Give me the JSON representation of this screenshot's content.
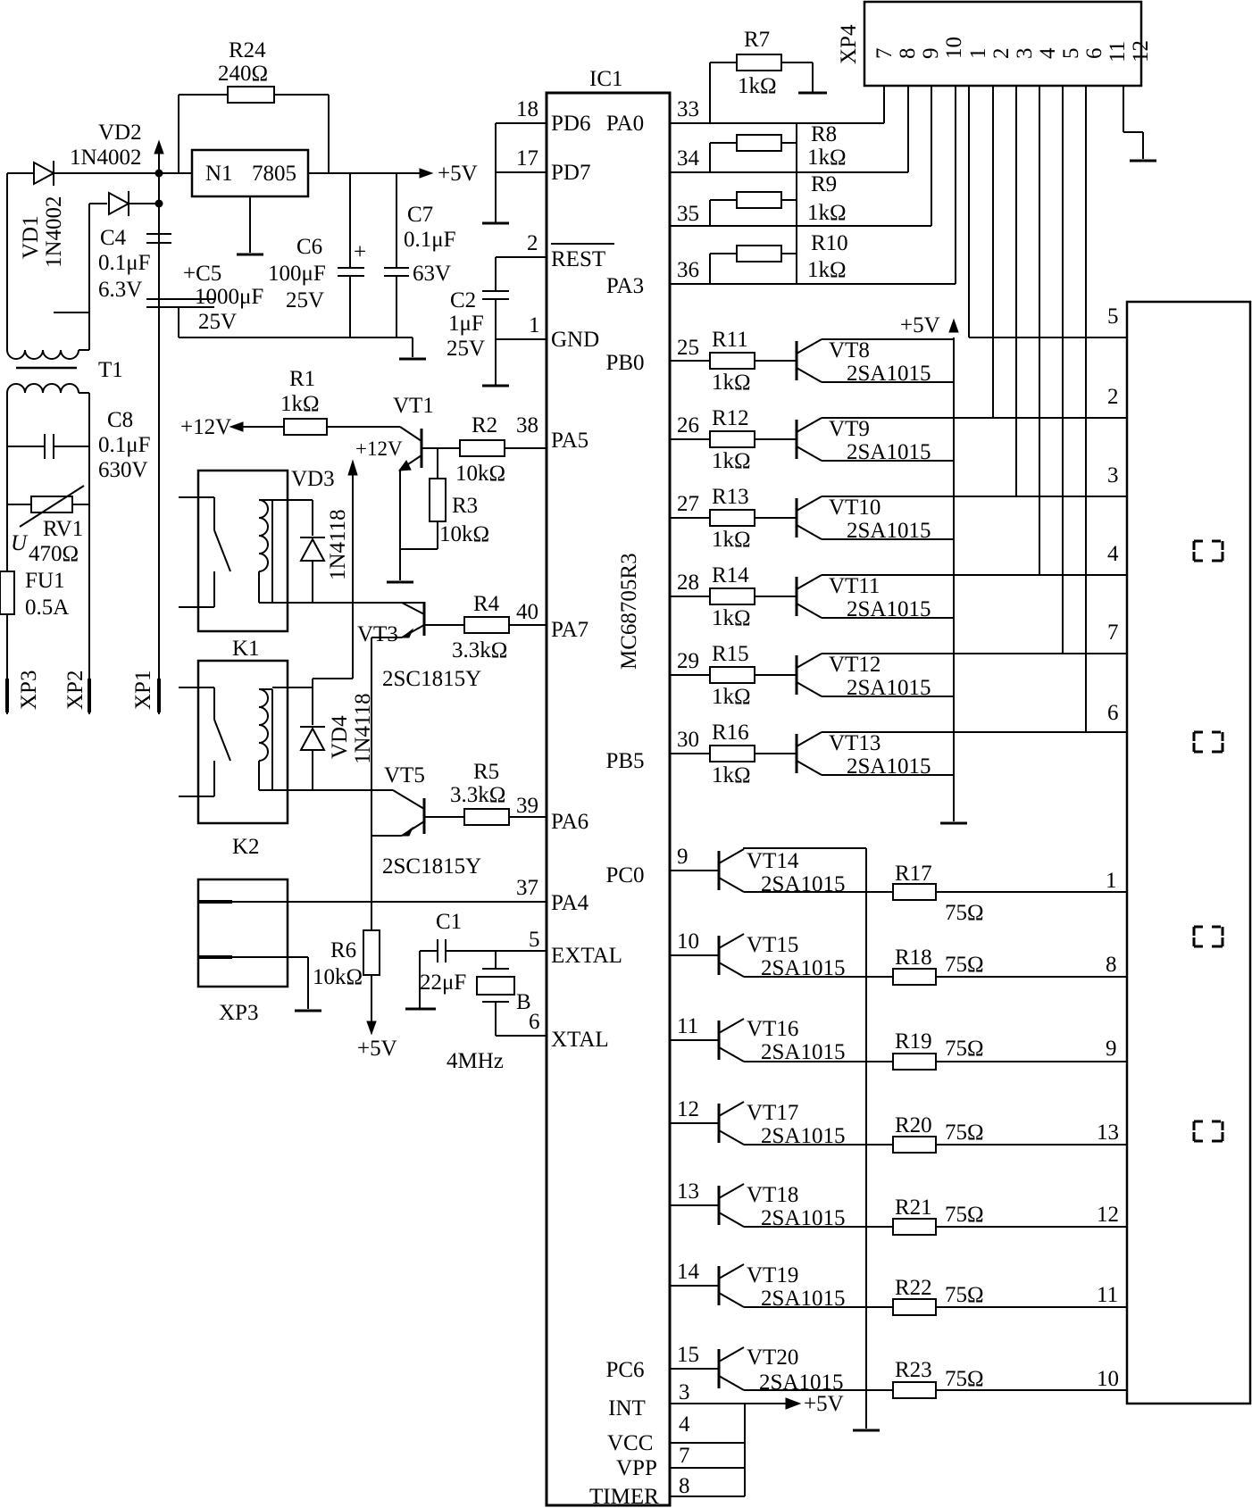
{
  "ic": {
    "ref": "IC1",
    "part": "MC68705R3",
    "left_pins": [
      {
        "num": "18",
        "name": "PD6"
      },
      {
        "num": "17",
        "name": "PD7"
      },
      {
        "num": "2",
        "name": "REST"
      },
      {
        "num": "1",
        "name": "GND"
      },
      {
        "num": "38",
        "name": "PA5"
      },
      {
        "num": "40",
        "name": "PA7"
      },
      {
        "num": "39",
        "name": "PA6"
      },
      {
        "num": "37",
        "name": "PA4"
      },
      {
        "num": "5",
        "name": "EXTAL"
      },
      {
        "num": "6",
        "name": "XTAL"
      }
    ],
    "right_pins": [
      {
        "num": "33",
        "name": "PA0"
      },
      {
        "num": "34",
        "name": ""
      },
      {
        "num": "35",
        "name": ""
      },
      {
        "num": "36",
        "name": "PA3"
      },
      {
        "num": "25",
        "name": "PB0"
      },
      {
        "num": "26",
        "name": ""
      },
      {
        "num": "27",
        "name": ""
      },
      {
        "num": "28",
        "name": ""
      },
      {
        "num": "29",
        "name": ""
      },
      {
        "num": "30",
        "name": "PB5"
      },
      {
        "num": "9",
        "name": "PC0"
      },
      {
        "num": "10",
        "name": ""
      },
      {
        "num": "11",
        "name": ""
      },
      {
        "num": "12",
        "name": ""
      },
      {
        "num": "13",
        "name": ""
      },
      {
        "num": "14",
        "name": ""
      },
      {
        "num": "15",
        "name": "PC6"
      },
      {
        "num": "3",
        "name": "INT"
      },
      {
        "num": "4",
        "name": "VCC"
      },
      {
        "num": "7",
        "name": "VPP"
      },
      {
        "num": "8",
        "name": "TIMER"
      }
    ]
  },
  "power": {
    "plus5": "+5V",
    "plus12": "+12V",
    "vd1": {
      "ref": "VD1",
      "part": "1N4002"
    },
    "vd2": {
      "ref": "VD2",
      "part": "1N4002"
    },
    "reg": {
      "ref": "N1",
      "part": "7805"
    },
    "r24": {
      "ref": "R24",
      "value": "240Ω"
    },
    "c4": {
      "ref": "C4",
      "value": "0.1μF",
      "rating": "6.3V"
    },
    "c5": {
      "ref": "+C5",
      "value": "1000μF",
      "rating": "25V"
    },
    "c6": {
      "ref": "C6",
      "value": "100μF",
      "rating": "25V"
    },
    "c7": {
      "ref": "C7",
      "value": "0.1μF",
      "rating": "63V"
    },
    "c2": {
      "ref": "C2",
      "value": "1μF",
      "rating": "25V"
    },
    "plus_mark": "+"
  },
  "input": {
    "t1": "T1",
    "c8": {
      "ref": "C8",
      "value": "0.1μF",
      "rating": "630V"
    },
    "rv1": {
      "ref": "RV1",
      "value": "470Ω",
      "u": "U"
    },
    "fu1": {
      "ref": "FU1",
      "value": "0.5A"
    },
    "xp3": "XP3",
    "xp2": "XP2",
    "xp1": "XP1"
  },
  "relay": {
    "r1": {
      "ref": "R1",
      "value": "1kΩ"
    },
    "vt1": "VT1",
    "r2": {
      "ref": "R2",
      "value": "10kΩ"
    },
    "r3": {
      "ref": "R3",
      "value": "10kΩ"
    },
    "vd3": {
      "ref": "VD3",
      "part": "1N4118"
    },
    "vd4": {
      "ref": "VD4",
      "part": "1N4118"
    },
    "vt3": {
      "ref": "VT3",
      "part": "2SC1815Y"
    },
    "vt5": {
      "ref": "VT5",
      "part": "2SC1815Y"
    },
    "r4": {
      "ref": "R4",
      "value": "3.3kΩ"
    },
    "r5": {
      "ref": "R5",
      "value": "3.3kΩ"
    },
    "k1": "K1",
    "k2": "K2",
    "xp3_sensor": "XP3",
    "r6": {
      "ref": "R6",
      "value": "10kΩ"
    },
    "c1": {
      "ref": "C1",
      "value": "22μF"
    },
    "crystal": {
      "ref": "B",
      "value": "4MHz"
    }
  },
  "pa_outputs": {
    "r7": {
      "ref": "R7",
      "value": "1kΩ"
    },
    "r8": {
      "ref": "R8",
      "value": "1kΩ"
    },
    "r9": {
      "ref": "R9",
      "value": "1kΩ"
    },
    "r10": {
      "ref": "R10",
      "value": "1kΩ"
    }
  },
  "xp4": {
    "ref": "XP4",
    "pins": [
      "7",
      "8",
      "9",
      "10",
      "1",
      "2",
      "3",
      "4",
      "5",
      "6",
      "11",
      "12"
    ]
  },
  "pb_drivers": [
    {
      "r": "R11",
      "rv": "1kΩ",
      "vt": "VT8",
      "part": "2SA1015",
      "disp": "5"
    },
    {
      "r": "R12",
      "rv": "1kΩ",
      "vt": "VT9",
      "part": "2SA1015",
      "disp": "2"
    },
    {
      "r": "R13",
      "rv": "1kΩ",
      "vt": "VT10",
      "part": "2SA1015",
      "disp": "3"
    },
    {
      "r": "R14",
      "rv": "1kΩ",
      "vt": "VT11",
      "part": "2SA1015",
      "disp": "4"
    },
    {
      "r": "R15",
      "rv": "1kΩ",
      "vt": "VT12",
      "part": "2SA1015",
      "disp": "7"
    },
    {
      "r": "R16",
      "rv": "1kΩ",
      "vt": "VT13",
      "part": "2SA1015",
      "disp": "6"
    }
  ],
  "pc_drivers": [
    {
      "vt": "VT14",
      "part": "2SA1015",
      "r": "R17",
      "rv": "75Ω",
      "disp": "1"
    },
    {
      "vt": "VT15",
      "part": "2SA1015",
      "r": "R18",
      "rv": "75Ω",
      "disp": "8"
    },
    {
      "vt": "VT16",
      "part": "2SA1015",
      "r": "R19",
      "rv": "75Ω",
      "disp": "9"
    },
    {
      "vt": "VT17",
      "part": "2SA1015",
      "r": "R20",
      "rv": "75Ω",
      "disp": "13"
    },
    {
      "vt": "VT18",
      "part": "2SA1015",
      "r": "R21",
      "rv": "75Ω",
      "disp": "12"
    },
    {
      "vt": "VT19",
      "part": "2SA1015",
      "r": "R22",
      "rv": "75Ω",
      "disp": "11"
    },
    {
      "vt": "VT20",
      "part": "2SA1015",
      "r": "R23",
      "rv": "75Ω",
      "disp": "10"
    }
  ]
}
